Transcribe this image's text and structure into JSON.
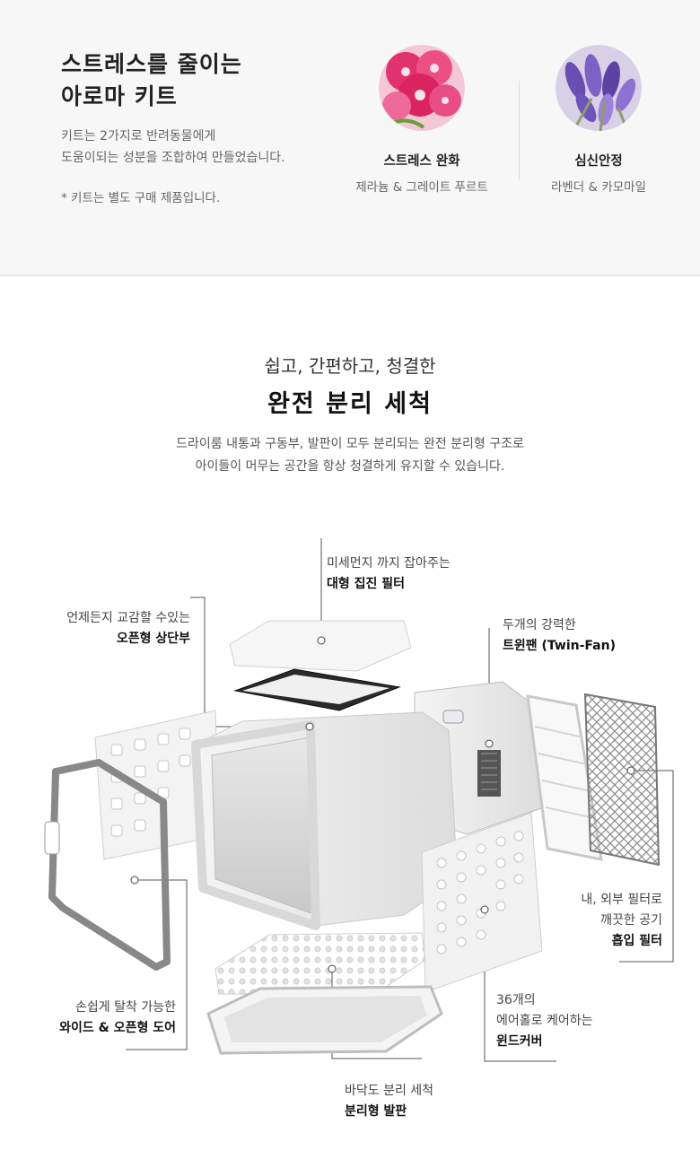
{
  "aroma_kit": {
    "title_line1": "스트레스를 줄이는",
    "title_line2": "아로마 키트",
    "desc_line1": "키트는 2가지로 반려동물에게",
    "desc_line2": "도움이되는 성분을 조합하여 만들었습니다.",
    "note": "* 키트는 별도 구매 제품입니다.",
    "items": [
      {
        "name": "스트레스 완화",
        "ingredients": "제라늄 & 그레이트 푸르트",
        "color": "#e8447e"
      },
      {
        "name": "심신안정",
        "ingredients": "라벤더 & 카모마일",
        "color": "#7a5fc0"
      }
    ]
  },
  "wash": {
    "subtitle": "쉽고, 간편하고, 청결한",
    "title": "완전 분리 세척",
    "desc_line1": "드라이룸 내통과 구동부, 발판이 모두 분리되는 완전 분리형 구조로",
    "desc_line2": "아이들이 머무는 공간을 항상 청결하게 유지할 수 있습니다."
  },
  "callouts": {
    "filter": {
      "line1": "미세먼지 까지 잡아주는",
      "bold": "대형 집진 필터"
    },
    "top": {
      "line1": "언제든지 교감할 수있는",
      "bold": "오픈형 상단부"
    },
    "fan": {
      "line1": "두개의 강력한",
      "bold": "트윈팬 (Twin-Fan)"
    },
    "inout": {
      "line1": "내, 외부 필터로",
      "line2": "깨끗한 공기",
      "bold": "흡입 필터"
    },
    "door": {
      "line1": "손쉽게 탈착 가능한",
      "bold": "와이드 & 오픈형 도어"
    },
    "cover": {
      "line1": "36개의",
      "line2": "에어홀로 케어하는",
      "bold": "윈드커버"
    },
    "floor": {
      "line1": "바닥도 분리 세척",
      "bold": "분리형 발판"
    }
  }
}
